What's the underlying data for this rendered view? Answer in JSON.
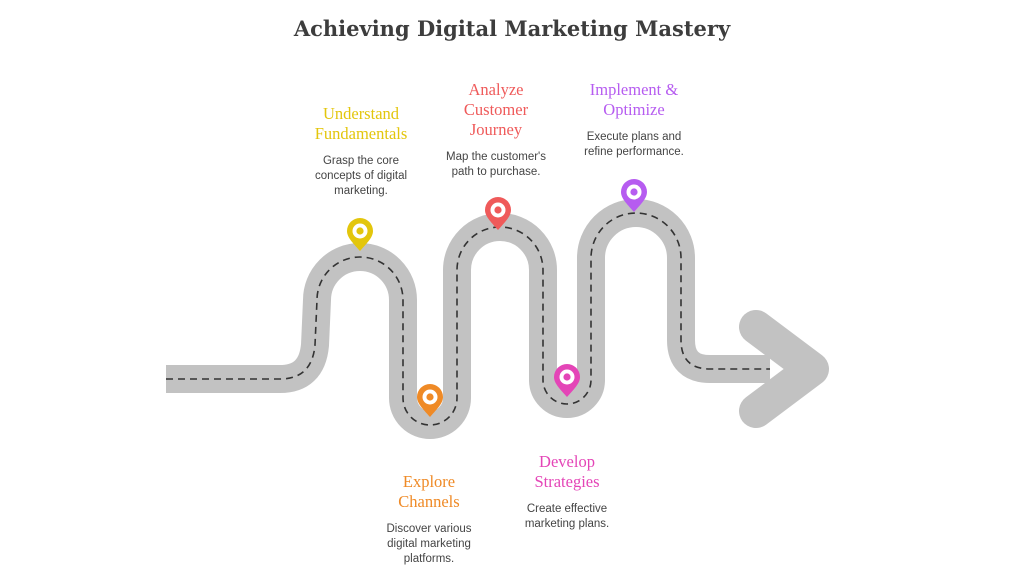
{
  "title": "Achieving Digital Marketing Mastery",
  "colors": {
    "road": "#c2c2c2",
    "dash": "#333333",
    "understand": "#e3c60c",
    "explore": "#ef8a26",
    "analyze": "#ef5a5a",
    "develop": "#e445b7",
    "implement": "#b65cf0"
  },
  "stages": [
    {
      "title": "Understand Fundamentals",
      "title_lines": [
        "Understand",
        "Fundamentals"
      ],
      "desc_lines": [
        "Grasp the core",
        "concepts of digital",
        "marketing."
      ],
      "icon": "map-pin-icon"
    },
    {
      "title": "Explore Channels",
      "title_lines": [
        "Explore",
        "Channels"
      ],
      "desc_lines": [
        "Discover various",
        "digital marketing",
        "platforms."
      ],
      "icon": "map-pin-icon"
    },
    {
      "title": "Analyze Customer Journey",
      "title_lines": [
        "Analyze",
        "Customer",
        "Journey"
      ],
      "desc_lines": [
        "Map the customer's",
        "path to purchase."
      ],
      "icon": "map-pin-icon"
    },
    {
      "title": "Develop Strategies",
      "title_lines": [
        "Develop",
        "Strategies"
      ],
      "desc_lines": [
        "Create effective",
        "marketing plans."
      ],
      "icon": "map-pin-icon"
    },
    {
      "title": "Implement & Optimize",
      "title_lines": [
        "Implement &",
        "Optimize"
      ],
      "desc_lines": [
        "Execute plans and",
        "refine performance."
      ],
      "icon": "map-pin-icon"
    }
  ]
}
